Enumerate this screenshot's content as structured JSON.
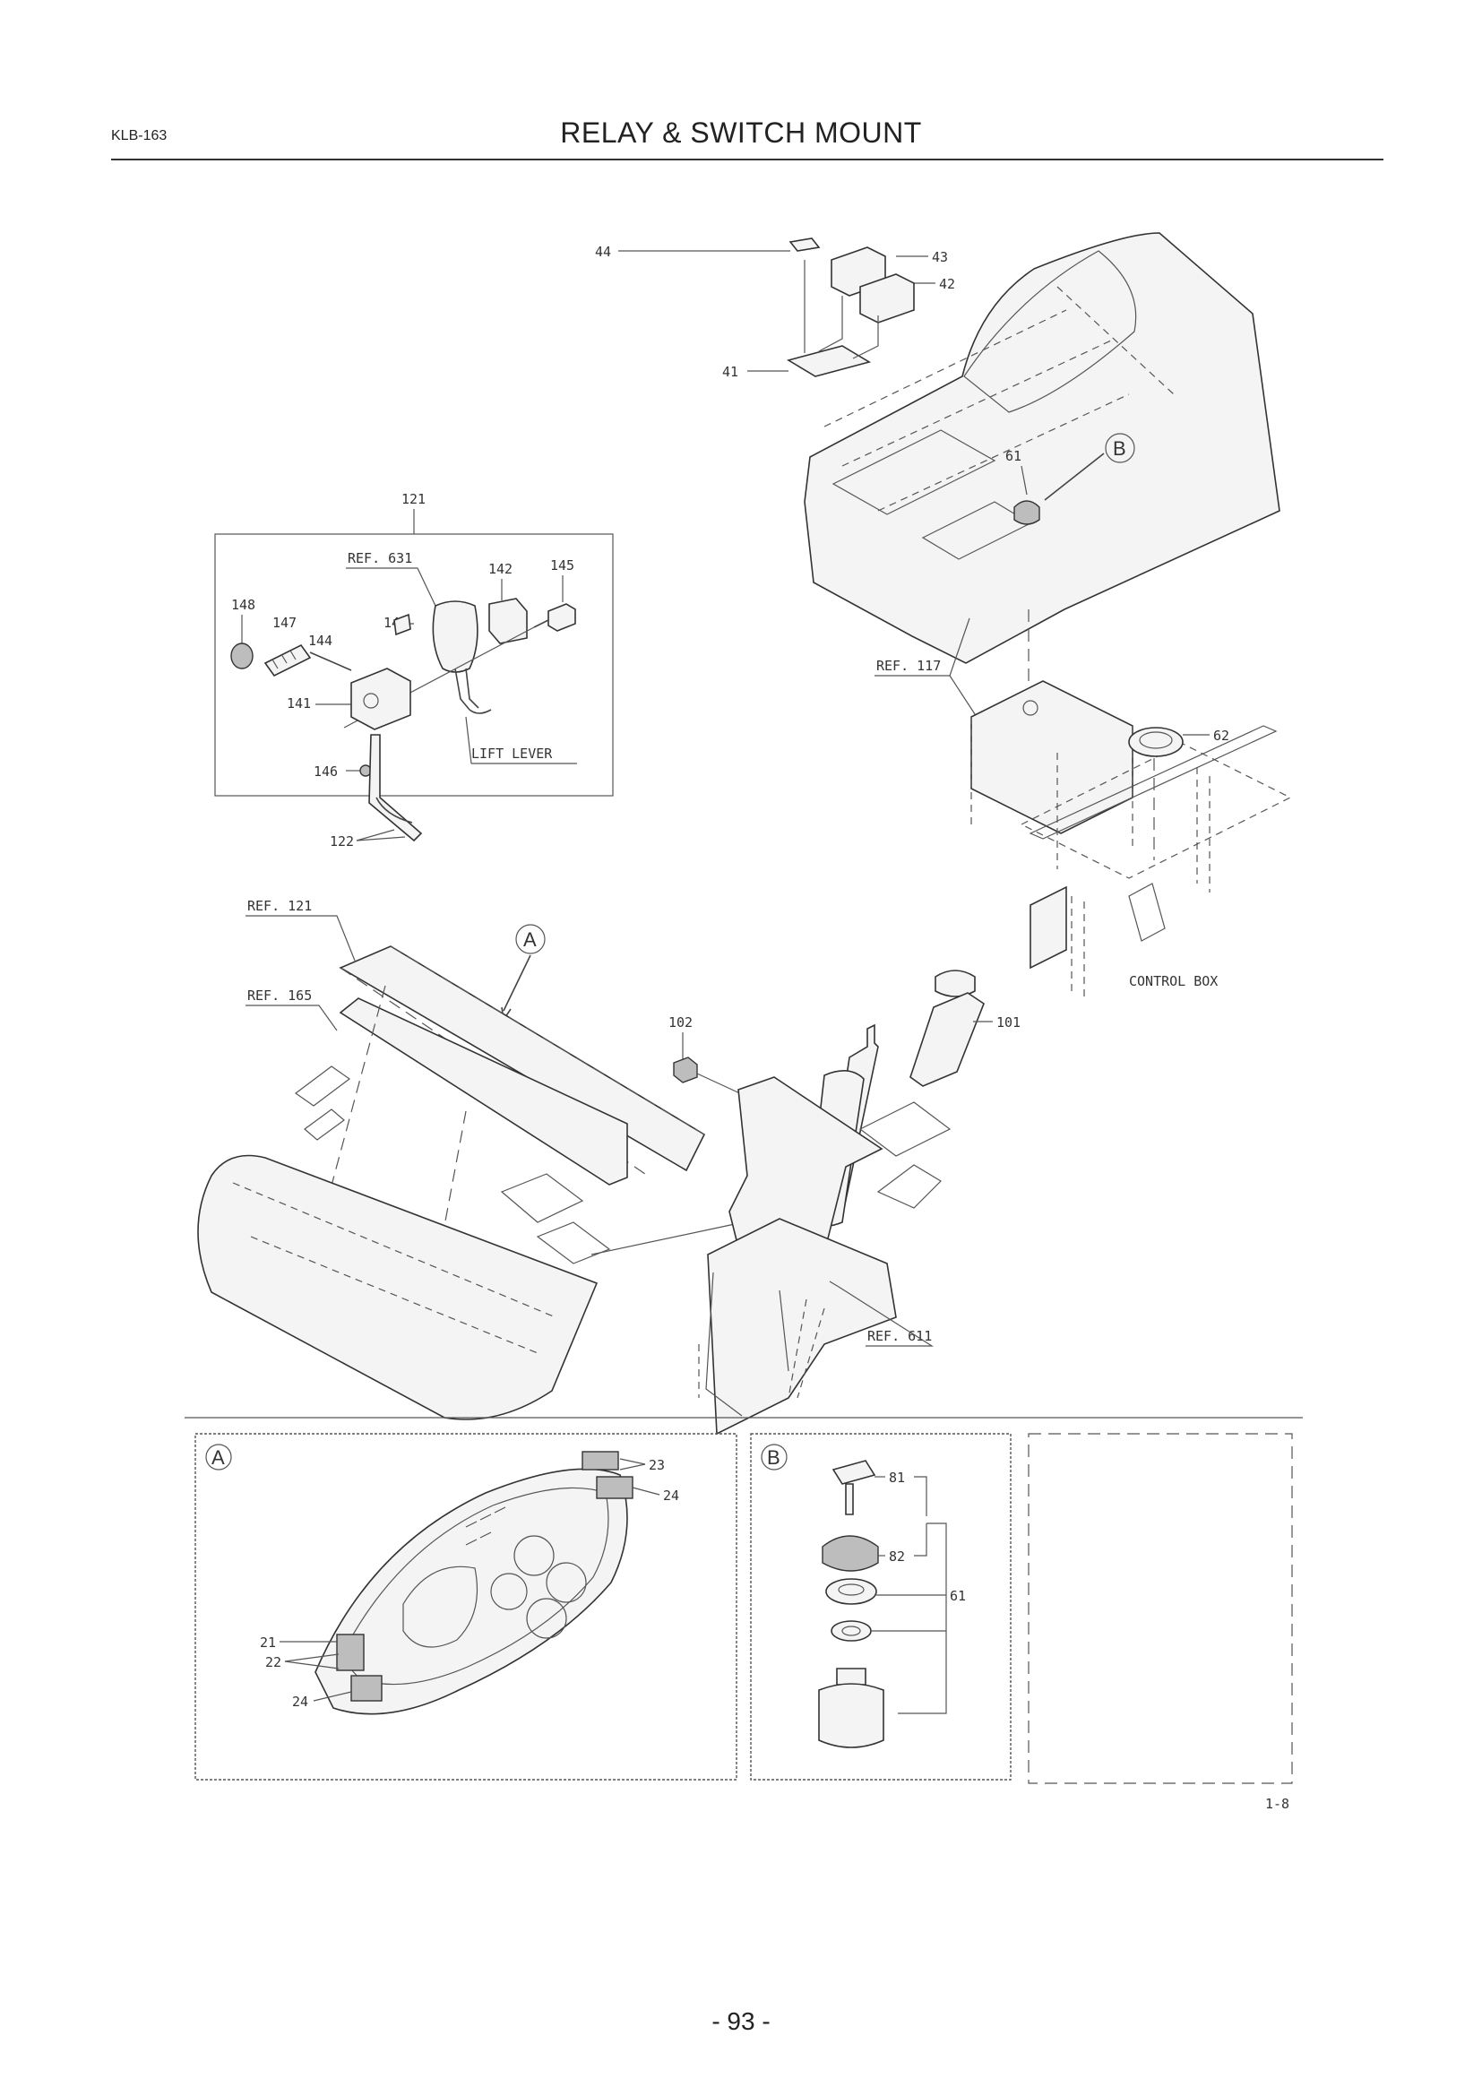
{
  "header": {
    "code": "KLB-163",
    "title": "RELAY & SWITCH MOUNT"
  },
  "callouts": {
    "p121": "121",
    "ref631": "REF. 631",
    "p142": "142",
    "p145": "145",
    "p148": "148",
    "p147": "147",
    "p143": "143",
    "p144": "144",
    "p141": "141",
    "lift_lever": "LIFT LEVER",
    "p146": "146",
    "p122": "122",
    "p44": "44",
    "p43": "43",
    "p42": "42",
    "p41": "41",
    "p61": "61",
    "marker_b": "B",
    "ref117": "REF. 117",
    "p62": "62",
    "control_box": "CONTROL BOX",
    "ref121": "REF. 121",
    "marker_a": "A",
    "ref165": "REF. 165",
    "p102": "102",
    "p101": "101",
    "ref611": "REF. 611"
  },
  "detail_a": {
    "marker": "A",
    "p23": "23",
    "p24a": "24",
    "p21": "21",
    "p22": "22",
    "p24b": "24"
  },
  "detail_b": {
    "marker": "B",
    "p81": "81",
    "p82": "82",
    "p61": "61"
  },
  "figure_code": "1-8",
  "footer": {
    "page_number": "- 93 -"
  }
}
